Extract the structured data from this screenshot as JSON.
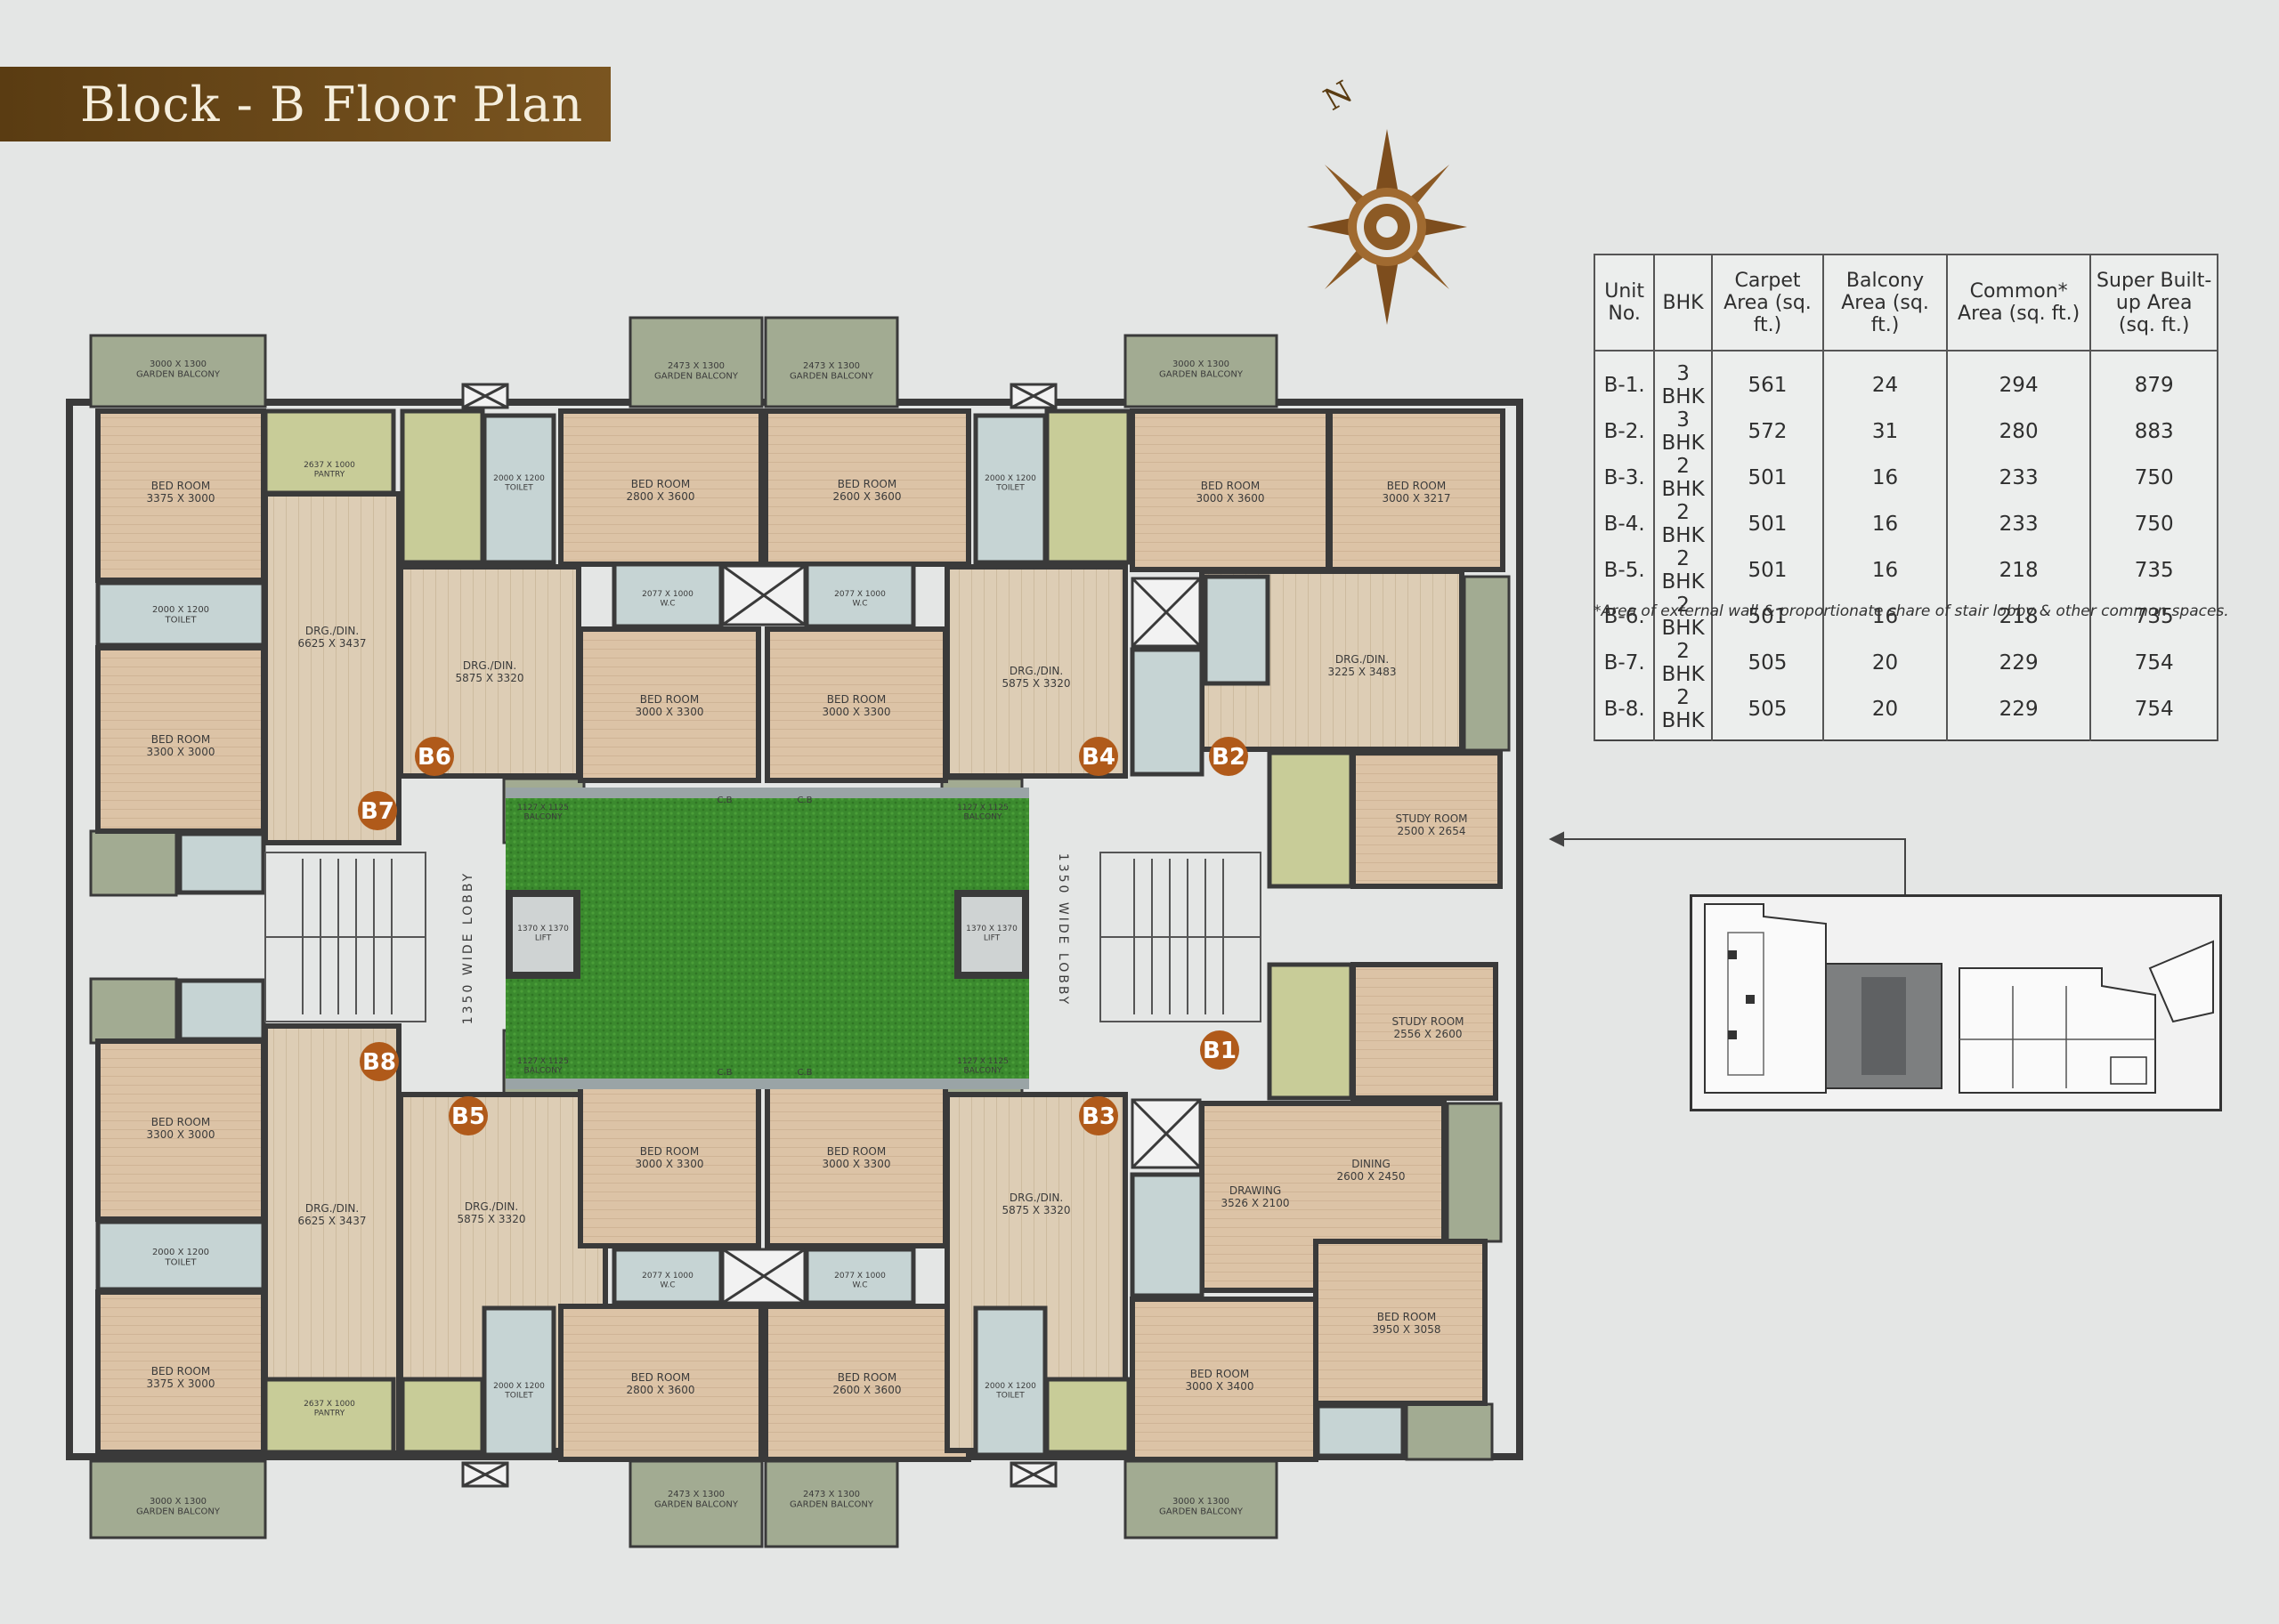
{
  "title": "Block - B Floor Plan",
  "compass": {
    "label": "N"
  },
  "area_table": {
    "headers": [
      "Unit No.",
      "BHK",
      "Carpet Area (sq. ft.)",
      "Balcony Area (sq. ft.)",
      "Common* Area (sq. ft.)",
      "Super Built-up Area (sq. ft.)"
    ],
    "rows": [
      [
        "B-1.",
        "3 BHK",
        "561",
        "24",
        "294",
        "879"
      ],
      [
        "B-2.",
        "3 BHK",
        "572",
        "31",
        "280",
        "883"
      ],
      [
        "B-3.",
        "2 BHK",
        "501",
        "16",
        "233",
        "750"
      ],
      [
        "B-4.",
        "2 BHK",
        "501",
        "16",
        "233",
        "750"
      ],
      [
        "B-5.",
        "2 BHK",
        "501",
        "16",
        "218",
        "735"
      ],
      [
        "B-6.",
        "2 BHK",
        "501",
        "16",
        "218",
        "735"
      ],
      [
        "B-7.",
        "2 BHK",
        "505",
        "20",
        "229",
        "754"
      ],
      [
        "B-8.",
        "2 BHK",
        "505",
        "20",
        "229",
        "754"
      ]
    ],
    "footnote": "*Area of external wall & proportionate share of stair lobby & other common spaces."
  },
  "units": [
    "B1",
    "B2",
    "B3",
    "B4",
    "B5",
    "B6",
    "B7",
    "B8"
  ],
  "lobby_label": "1350 WIDE LOBBY",
  "rooms": {
    "bed_room_3375x3000": "BED ROOM\n3375 X 3000",
    "bed_room_3300x3000": "BED ROOM\n3300 X 3000",
    "bed_room_2800x3600": "BED ROOM\n2800 X 3600",
    "bed_room_2600x3600": "BED ROOM\n2600 X 3600",
    "bed_room_3000x3600": "BED ROOM\n3000 X 3600",
    "bed_room_3000x3217": "BED ROOM\n3000 X 3217",
    "bed_room_3000x3300": "BED ROOM\n3000 X 3300",
    "bed_room_3000x3400": "BED ROOM\n3000 X 3400",
    "bed_room_3950x3058": "BED ROOM\n3950 X 3058",
    "drg_din_6625x3437": "DRG./DIN.\n6625 X 3437",
    "drg_din_5875x3320": "DRG./DIN.\n5875 X 3320",
    "drg_din_3225x3483": "DRG./DIN.\n3225 X 3483",
    "study_room_2500x2654": "STUDY ROOM\n2500 X 2654",
    "study_room_2556x2600": "STUDY ROOM\n2556 X 2600",
    "drawing_3526x2100": "DRAWING\n3526 X 2100",
    "dining_2600x2450": "DINING\n2600 X 2450",
    "toilet": "2000 X 1200\nTOILET",
    "wc": "2077 X 1000\nW.C",
    "pantry": "2637 X 1000\nPANTRY",
    "garden_balcony_3000": "3000 X 1300\nGARDEN BALCONY",
    "garden_balcony_2473": "2473 X 1300\nGARDEN BALCONY",
    "balcony": "1127 X 1125\nBALCONY",
    "lift": "1370 X 1370\nLIFT",
    "cb": "C.B"
  }
}
